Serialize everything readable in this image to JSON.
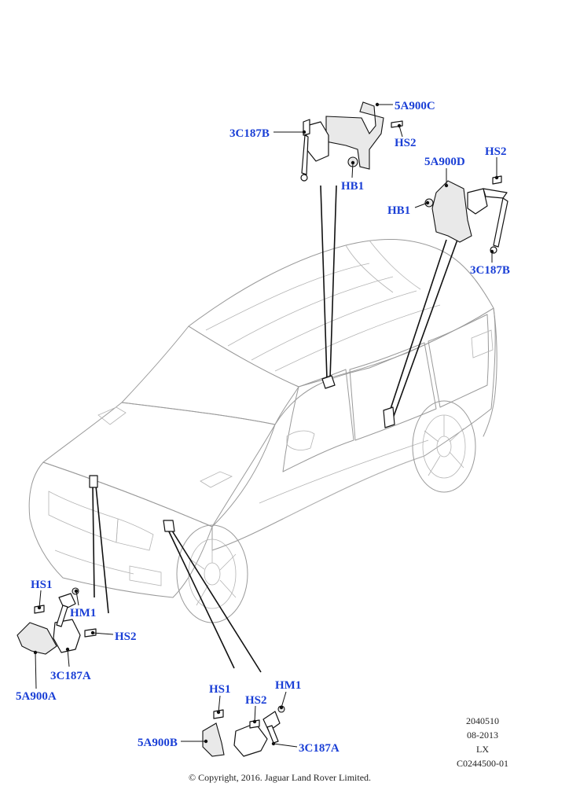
{
  "labels": {
    "c1_5a900c": "5A900C",
    "c1_3c187b": "3C187B",
    "c1_hs2": "HS2",
    "c1_hb1": "HB1",
    "c2_5a900d": "5A900D",
    "c2_hs2": "HS2",
    "c2_hb1": "HB1",
    "c2_3c187b": "3C187B",
    "c3_hs1": "HS1",
    "c3_hm1": "HM1",
    "c3_hs2": "HS2",
    "c3_3c187a": "3C187A",
    "c3_5a900a": "5A900A",
    "c4_hs1": "HS1",
    "c4_hs2": "HS2",
    "c4_hm1": "HM1",
    "c4_5a900b": "5A900B",
    "c4_3c187a": "3C187A"
  },
  "meta": {
    "code": "2040510",
    "date": "08-2013",
    "model": "LX",
    "ref": "C0244500-01"
  },
  "copyright": "© Copyright, 2016. Jaguar Land Rover Limited.",
  "colors": {
    "callout": "#1a3fd6",
    "vehicle_outline": "#9a9a9a",
    "part_outline": "#111111"
  }
}
